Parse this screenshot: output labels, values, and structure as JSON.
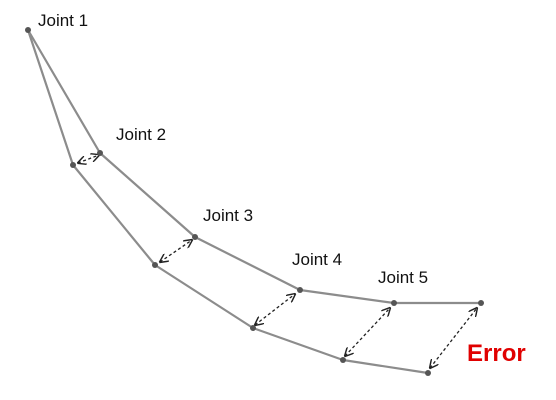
{
  "diagram": {
    "joint_labels": [
      "Joint 1",
      "Joint 2",
      "Joint 3",
      "Joint 4",
      "Joint 5"
    ],
    "error_label": "Error",
    "colors": {
      "link": "#8c8c8c",
      "node": "#555555",
      "arrow": "#222222",
      "error": "#e00000",
      "label": "#111111"
    }
  }
}
